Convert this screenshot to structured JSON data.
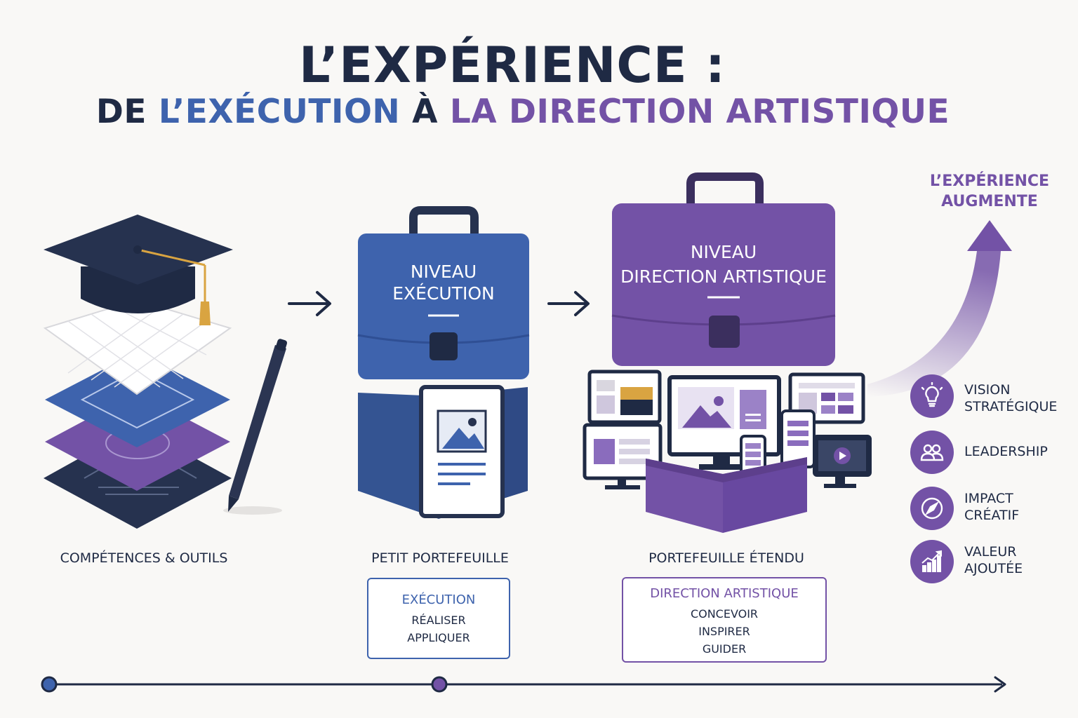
{
  "title": {
    "line1": "L’EXPÉRIENCE :",
    "line2_part1": "DE ",
    "line2_part2": "L’EXÉCUTION",
    "line2_part3": " À ",
    "line2_part4": "LA DIRECTION ARTISTIQUE"
  },
  "stages": [
    {
      "label": "COMPÉTENCES & OUTILS"
    },
    {
      "briefcase_line1": "NIVEAU",
      "briefcase_line2": "EXÉCUTION",
      "label": "PETIT PORTEFEUILLE",
      "box": {
        "heading": "EXÉCUTION",
        "lines": [
          "RÉALISER",
          "APPLIQUER"
        ]
      }
    },
    {
      "briefcase_line1": "NIVEAU",
      "briefcase_line2": "DIRECTION ARTISTIQUE",
      "label": "PORTEFEUILLE ÉTENDU",
      "box": {
        "heading": "DIRECTION ARTISTIQUE",
        "lines": [
          "CONCEVOIR",
          "INSPIRER",
          "GUIDER"
        ]
      }
    }
  ],
  "growth": {
    "line1": "L’EXPÉRIENCE",
    "line2": "AUGMENTE"
  },
  "qualities": [
    {
      "icon": "lightbulb-icon",
      "line1": "VISION",
      "line2": "STRATÉGIQUE"
    },
    {
      "icon": "people-icon",
      "line1": "LEADERSHIP",
      "line2": ""
    },
    {
      "icon": "compass-icon",
      "line1": "IMPACT",
      "line2": "CRÉATIF"
    },
    {
      "icon": "growth-chart-icon",
      "line1": "VALEUR",
      "line2": "AJOUTÉE"
    }
  ],
  "colors": {
    "navy": "#1f2a44",
    "blue": "#3e63ad",
    "purple": "#7352a6",
    "gold": "#d9a441",
    "background": "#f9f8f6"
  }
}
